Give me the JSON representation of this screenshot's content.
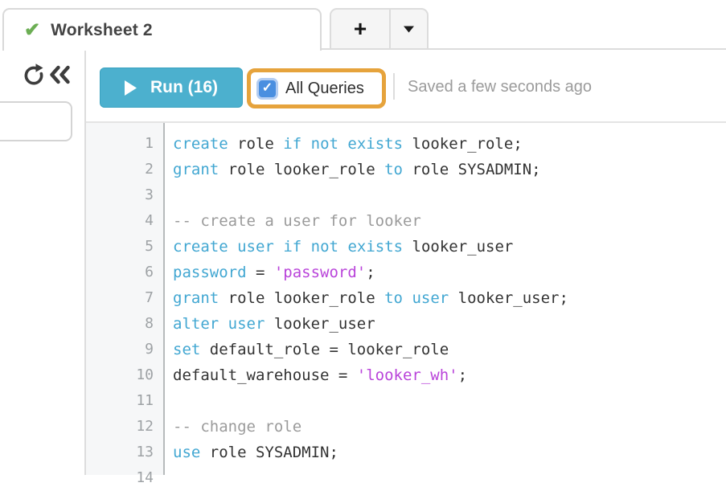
{
  "tab_bar": {
    "active_tab": {
      "label": "Worksheet 2",
      "status": "success",
      "status_icon": "check-icon"
    },
    "new_tab_label": "+",
    "tab_menu_icon": "caret-down-icon"
  },
  "sidebar": {
    "refresh_icon": "refresh-icon",
    "collapse_icon": "double-chevron-left-icon"
  },
  "toolbar": {
    "run_button": {
      "label": "Run (16)",
      "query_count": 16,
      "play_icon": "play-icon"
    },
    "all_queries": {
      "label": "All Queries",
      "checked": true,
      "checkmark": "✓",
      "highlighted": true
    },
    "saved_status": "Saved a few seconds ago"
  },
  "colors": {
    "run_button": "#4cb0ce",
    "keyword": "#42a7d2",
    "string": "#b944da",
    "comment": "#9b9b9b",
    "plain": "#333333",
    "tab_check": "#6cae54",
    "highlight": "#e6a33c",
    "checkbox": "#4a8fe0"
  },
  "editor": {
    "language": "sql",
    "lines": [
      {
        "n": "1",
        "tokens": [
          {
            "c": "kw",
            "t": "create"
          },
          {
            "c": "pl",
            "t": " role "
          },
          {
            "c": "kw",
            "t": "if"
          },
          {
            "c": "pl",
            "t": " "
          },
          {
            "c": "kw",
            "t": "not"
          },
          {
            "c": "pl",
            "t": " "
          },
          {
            "c": "kw",
            "t": "exists"
          },
          {
            "c": "pl",
            "t": " looker_role;"
          }
        ]
      },
      {
        "n": "2",
        "tokens": [
          {
            "c": "kw",
            "t": "grant"
          },
          {
            "c": "pl",
            "t": " role looker_role "
          },
          {
            "c": "kw",
            "t": "to"
          },
          {
            "c": "pl",
            "t": " role SYSADMIN;"
          }
        ]
      },
      {
        "n": "3",
        "tokens": []
      },
      {
        "n": "4",
        "tokens": [
          {
            "c": "com",
            "t": "-- create a user for looker"
          }
        ]
      },
      {
        "n": "5",
        "tokens": [
          {
            "c": "kw",
            "t": "create"
          },
          {
            "c": "pl",
            "t": " "
          },
          {
            "c": "kw",
            "t": "user"
          },
          {
            "c": "pl",
            "t": " "
          },
          {
            "c": "kw",
            "t": "if"
          },
          {
            "c": "pl",
            "t": " "
          },
          {
            "c": "kw",
            "t": "not"
          },
          {
            "c": "pl",
            "t": " "
          },
          {
            "c": "kw",
            "t": "exists"
          },
          {
            "c": "pl",
            "t": " looker_user"
          }
        ]
      },
      {
        "n": "6",
        "tokens": [
          {
            "c": "kw",
            "t": "password"
          },
          {
            "c": "pl",
            "t": " = "
          },
          {
            "c": "str",
            "t": "'password'"
          },
          {
            "c": "pl",
            "t": ";"
          }
        ]
      },
      {
        "n": "7",
        "tokens": [
          {
            "c": "kw",
            "t": "grant"
          },
          {
            "c": "pl",
            "t": " role looker_role "
          },
          {
            "c": "kw",
            "t": "to"
          },
          {
            "c": "pl",
            "t": " "
          },
          {
            "c": "kw",
            "t": "user"
          },
          {
            "c": "pl",
            "t": " looker_user;"
          }
        ]
      },
      {
        "n": "8",
        "tokens": [
          {
            "c": "kw",
            "t": "alter"
          },
          {
            "c": "pl",
            "t": " "
          },
          {
            "c": "kw",
            "t": "user"
          },
          {
            "c": "pl",
            "t": " looker_user"
          }
        ]
      },
      {
        "n": "9",
        "tokens": [
          {
            "c": "kw",
            "t": "set"
          },
          {
            "c": "pl",
            "t": " default_role = looker_role"
          }
        ]
      },
      {
        "n": "10",
        "tokens": [
          {
            "c": "pl",
            "t": "default_warehouse = "
          },
          {
            "c": "str",
            "t": "'looker_wh'"
          },
          {
            "c": "pl",
            "t": ";"
          }
        ]
      },
      {
        "n": "11",
        "tokens": []
      },
      {
        "n": "12",
        "tokens": [
          {
            "c": "com",
            "t": "-- change role"
          }
        ]
      },
      {
        "n": "13",
        "tokens": [
          {
            "c": "kw",
            "t": "use"
          },
          {
            "c": "pl",
            "t": " role SYSADMIN;"
          }
        ]
      },
      {
        "n": "14",
        "tokens": []
      }
    ]
  }
}
